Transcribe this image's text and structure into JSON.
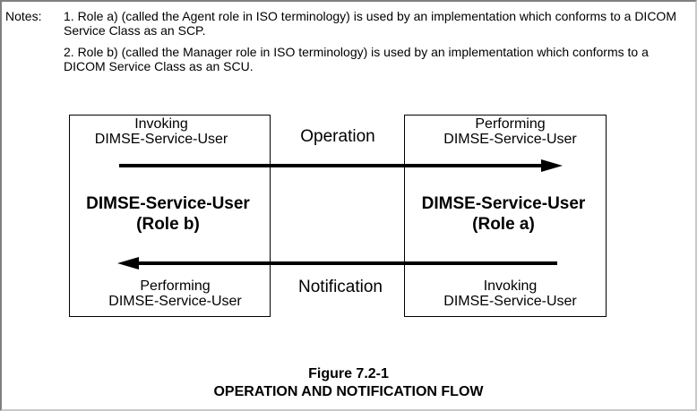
{
  "notes": {
    "label": "Notes:",
    "items": [
      "1.  Role a) (called the Agent role in ISO terminology) is used by an implementation which conforms to a DICOM Service Class as an SCP.",
      "2.  Role b) (called the Manager role in ISO terminology) is used by an implementation which conforms to a DICOM Service Class as an SCU."
    ]
  },
  "diagram": {
    "left_box": {
      "top_label_line1": "Invoking",
      "top_label_line2": "DIMSE-Service-User",
      "title_line1": "DIMSE-Service-User",
      "title_line2": "(Role b)",
      "bottom_label_line1": "Performing",
      "bottom_label_line2": "DIMSE-Service-User"
    },
    "right_box": {
      "top_label_line1": "Performing",
      "top_label_line2": "DIMSE-Service-User",
      "title_line1": "DIMSE-Service-User",
      "title_line2": "(Role a)",
      "bottom_label_line1": "Invoking",
      "bottom_label_line2": "DIMSE-Service-User"
    },
    "operation_label": "Operation",
    "notification_label": "Notification"
  },
  "caption": {
    "figure_number": "Figure 7.2-1",
    "title": "OPERATION AND NOTIFICATION FLOW"
  }
}
